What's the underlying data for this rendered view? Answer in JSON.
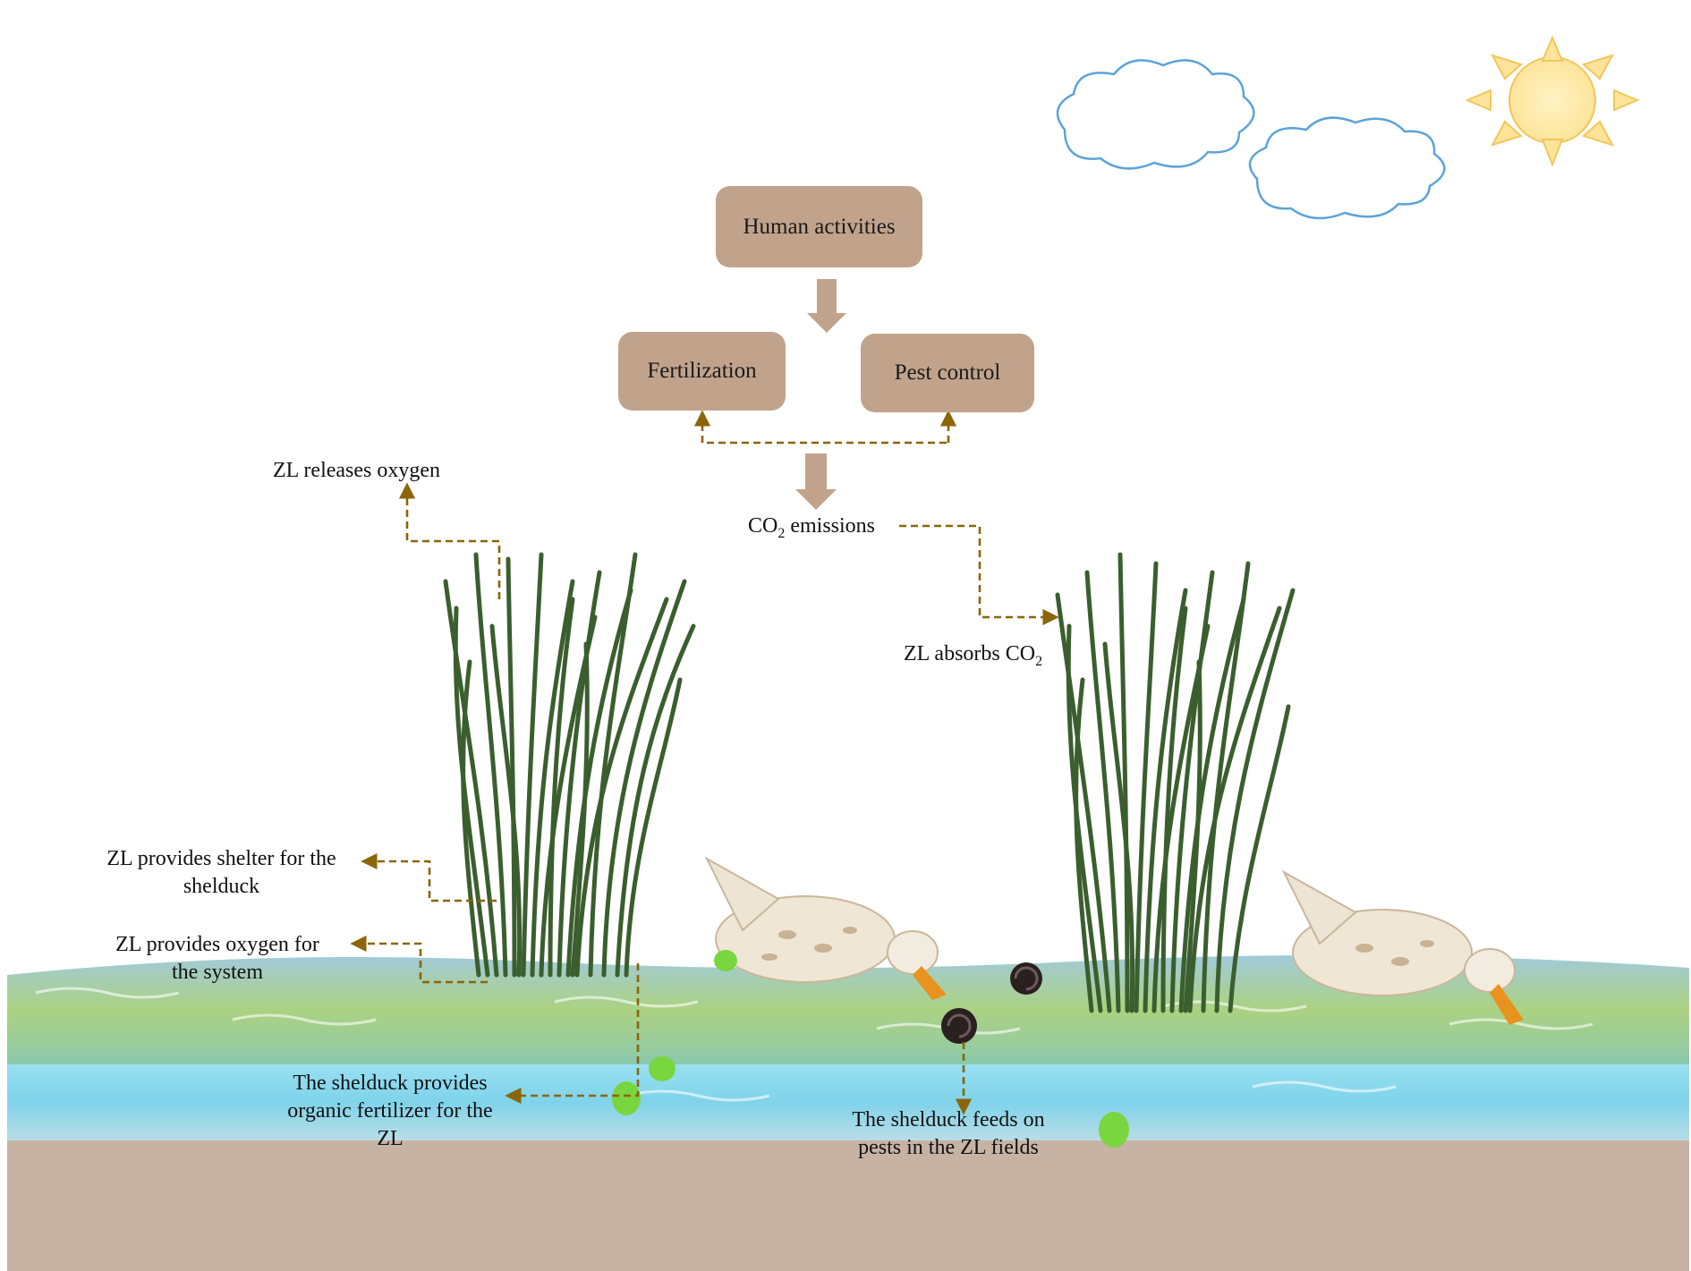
{
  "boxes": {
    "human_activities": "Human activities",
    "fertilization": "Fertilization",
    "pest_control": "Pest control"
  },
  "labels": {
    "co2_emissions_prefix": "CO",
    "co2_emissions_sub": "2",
    "co2_emissions_suffix": " emissions",
    "zl_releases_oxygen": "ZL releases oxygen",
    "zl_absorbs_prefix": "ZL absorbs CO",
    "zl_absorbs_sub": "2",
    "shelter_line1": "ZL provides shelter for the",
    "shelter_line2": "shelduck",
    "oxygen_line1": "ZL provides oxygen for",
    "oxygen_line2": "the system",
    "fertilizer_line1": "The shelduck provides",
    "fertilizer_line2": "organic fertilizer for the",
    "fertilizer_line3": "ZL",
    "feeds_line1": "The shelduck feeds on",
    "feeds_line2": "pests in the ZL fields"
  },
  "colors": {
    "box_fill": "#c1a38c",
    "solid_arrow": "#c1a38c",
    "dashed_arrow": "#8b6508",
    "soil": "#c7b3a4",
    "water": "#8ed8ec",
    "grass": "#3b5e2f",
    "sun": "#fde9a6",
    "cloud_stroke": "#5ba3d9"
  },
  "icons": [
    "sun-icon",
    "cloud-icon",
    "grass-clump-icon",
    "duck-icon",
    "snail-icon",
    "fertilizer-pellet-icon"
  ]
}
